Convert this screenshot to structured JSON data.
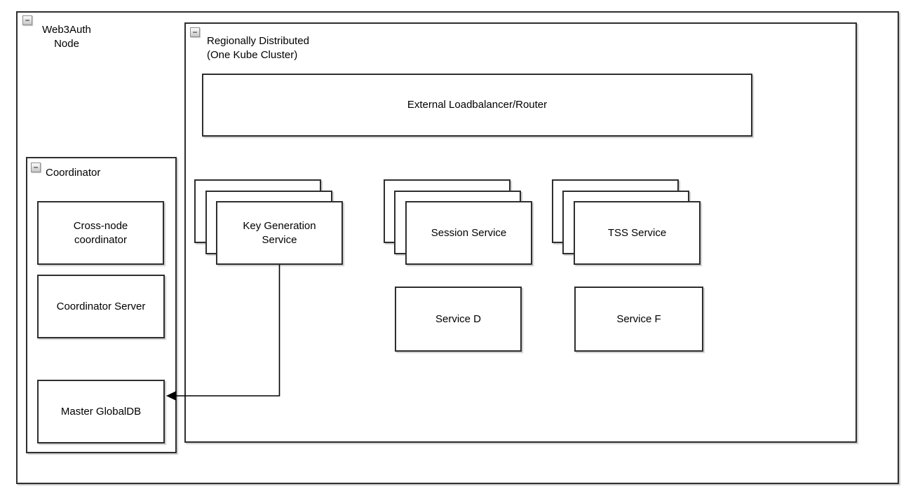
{
  "colors": {
    "border": "#2e2e2e",
    "shape_fill": "#ffffff",
    "canvas_background": "#ffffff",
    "arrow": "#000000"
  },
  "icons": {
    "collapse_glyph": "−"
  },
  "nodes": {
    "web3auth_group": {
      "label": "Web3Auth\nNode"
    },
    "region_group": {
      "label": "Regionally Distributed\n(One Kube Cluster)"
    },
    "loadbalancer": {
      "label": "External Loadbalancer/Router"
    },
    "stacks": [
      {
        "id": "key-generation-service",
        "label": "Key Generation\nService",
        "stacked_copies": 3
      },
      {
        "id": "session-service",
        "label": "Session Service",
        "stacked_copies": 3
      },
      {
        "id": "tss-service",
        "label": "TSS Service",
        "stacked_copies": 3
      }
    ],
    "services": [
      {
        "id": "service-d",
        "label": "Service D"
      },
      {
        "id": "service-f",
        "label": "Service F"
      }
    ],
    "coordinator_group": {
      "label": "Coordinator",
      "children": [
        {
          "id": "cross-node-coordinator",
          "label": "Cross-node\ncoordinator"
        },
        {
          "id": "coordinator-server",
          "label": "Coordinator Server"
        },
        {
          "id": "master-globaldb",
          "label": "Master GlobalDB"
        }
      ]
    }
  },
  "connections": [
    {
      "from": "key-generation-service",
      "to": "master-globaldb",
      "style": "orthogonal",
      "arrowhead": "filled-left"
    }
  ]
}
